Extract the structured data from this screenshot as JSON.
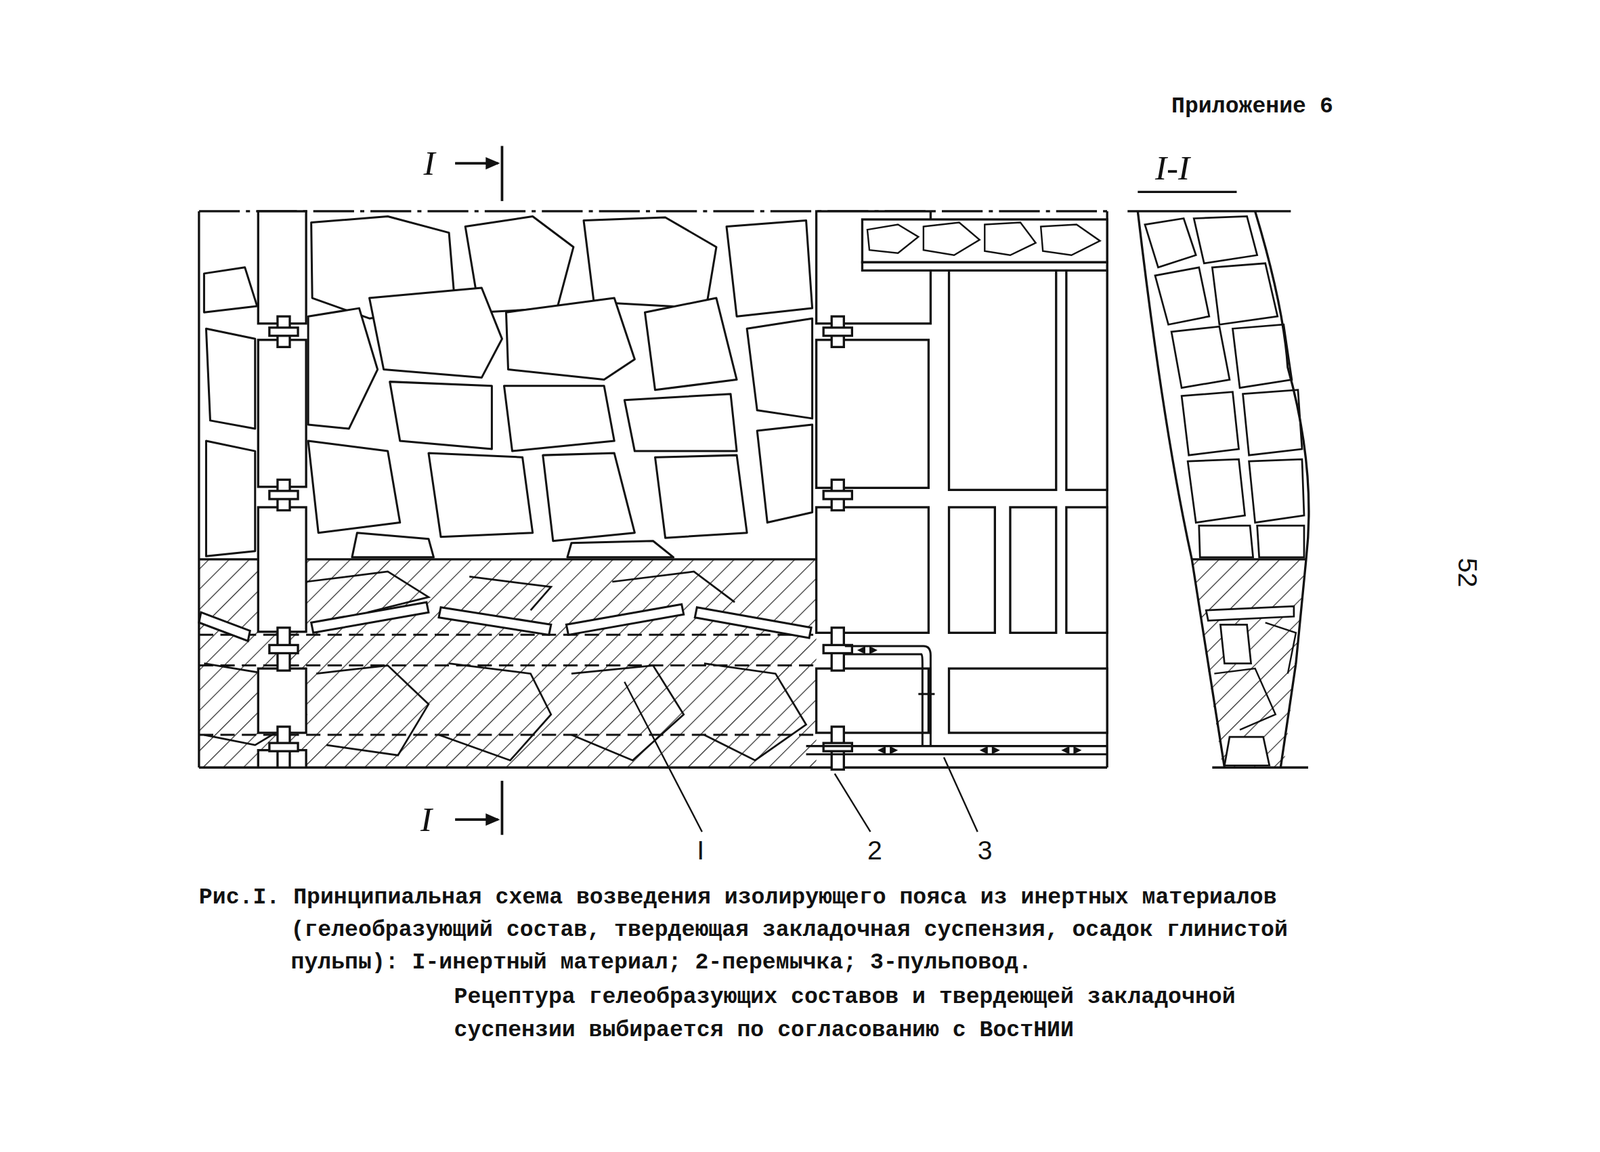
{
  "diagram": {
    "caption": "Рис.I. Принципиальная схема возведения изолирующего пояса из инертных материалов (гелеобразующий состав, твердеющая закладочная суспензия, осадок глинистой пульпы): I-инертный материал; 2-перемычка; 3-пульповод.",
    "labels": [
      "Приложение 6",
      "I-I",
      "I",
      "I",
      "I",
      "2",
      "3",
      "52",
      "Рецептура гелеобразующих составов и твердеющей закладочной суспензии выбирается по согласованию с ВостНИИ"
    ]
  }
}
